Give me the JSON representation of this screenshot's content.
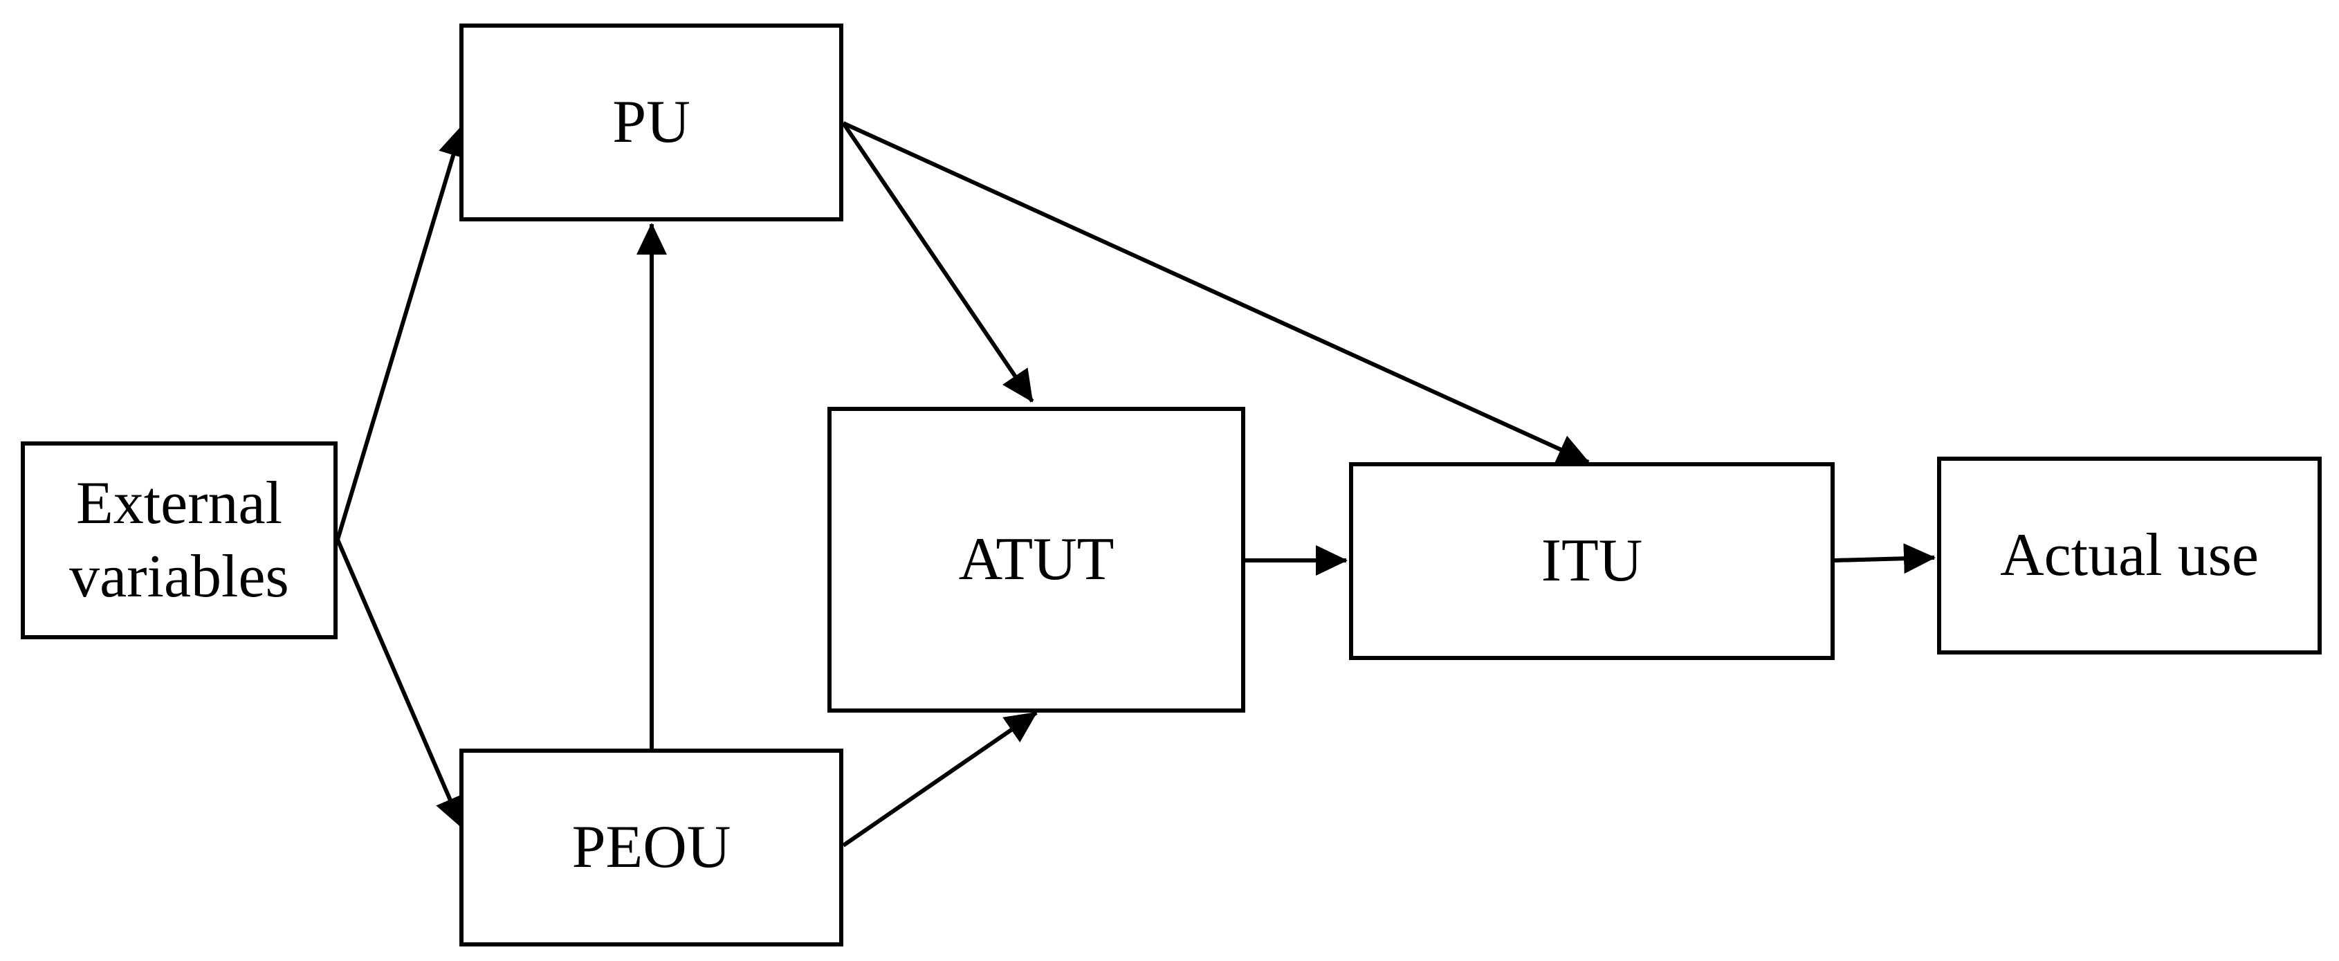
{
  "diagram": {
    "nodes": {
      "external": {
        "label": "External variables"
      },
      "pu": {
        "label": "PU"
      },
      "peou": {
        "label": "PEOU"
      },
      "atut": {
        "label": "ATUT"
      },
      "itu": {
        "label": "ITU"
      },
      "actual": {
        "label": "Actual use"
      }
    },
    "edges": [
      {
        "from": "External variables",
        "to": "PU"
      },
      {
        "from": "External variables",
        "to": "PEOU"
      },
      {
        "from": "PEOU",
        "to": "PU"
      },
      {
        "from": "PU",
        "to": "ATUT"
      },
      {
        "from": "PU",
        "to": "ITU"
      },
      {
        "from": "PEOU",
        "to": "ATUT"
      },
      {
        "from": "ATUT",
        "to": "ITU"
      },
      {
        "from": "ITU",
        "to": "Actual use"
      }
    ]
  }
}
